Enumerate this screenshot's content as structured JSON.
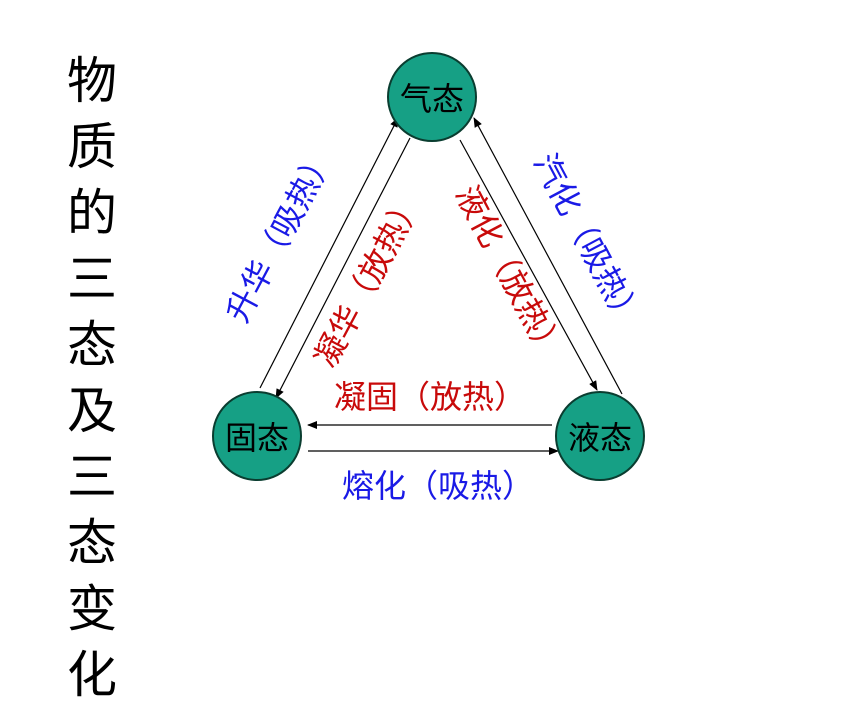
{
  "title": "物质的三态及三态变化",
  "colors": {
    "node_fill": "#16a085",
    "node_stroke": "#0a3d30",
    "absorb": "#1a1ae6",
    "release": "#c80a0a",
    "arrow": "#000000"
  },
  "nodes": {
    "gas": "气态",
    "solid": "固态",
    "liquid": "液态"
  },
  "transitions": {
    "sublimation": "升华（吸热）",
    "deposition": "凝华（放热）",
    "vaporization": "汽化（吸热）",
    "liquefaction": "液化（放热）",
    "freezing": "凝固（放热）",
    "melting": "熔化（吸热）"
  }
}
